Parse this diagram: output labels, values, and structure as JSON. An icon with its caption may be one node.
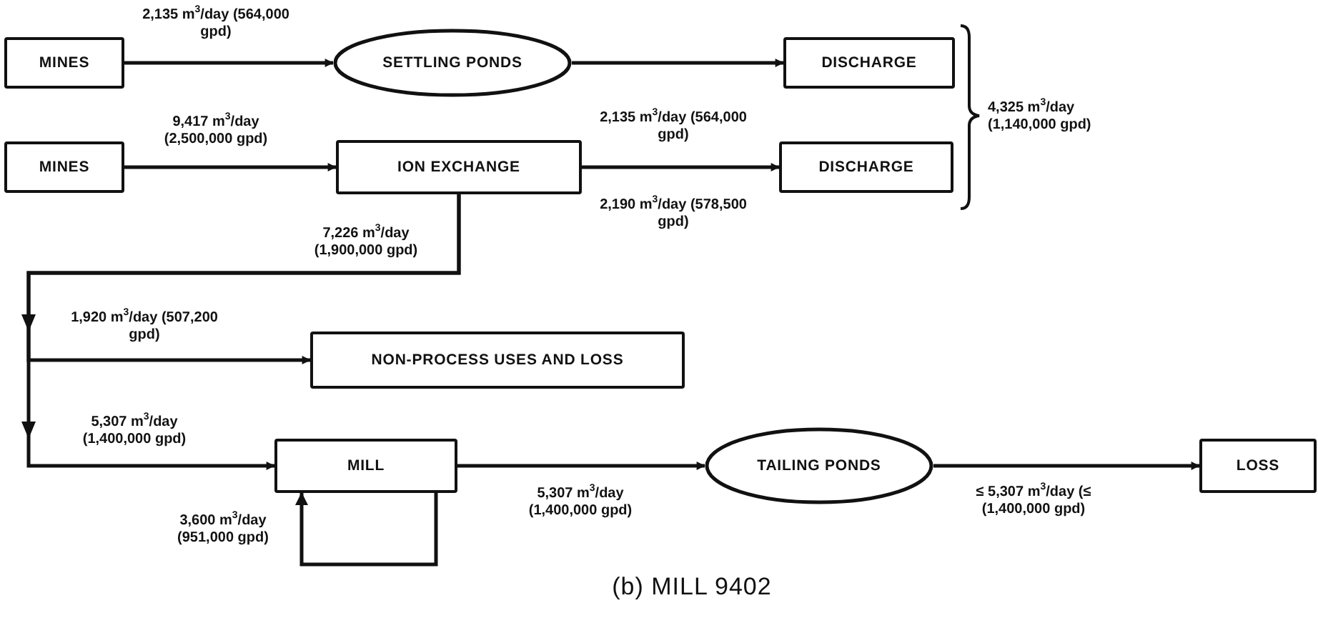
{
  "diagram": {
    "caption": "(b) MILL 9402",
    "nodes": [
      {
        "text": [
          "MINES"
        ]
      },
      {
        "text": [
          "SETTLING PONDS"
        ]
      },
      {
        "text": [
          "DISCHARGE"
        ]
      },
      {
        "text": [
          "MINES"
        ]
      },
      {
        "text": [
          "ION EXCHANGE"
        ]
      },
      {
        "text": [
          "DISCHARGE"
        ]
      },
      {
        "text": [
          "NON-PROCESS USES AND LOSS"
        ]
      },
      {
        "text": [
          "MILL"
        ]
      },
      {
        "text": [
          "TAILING PONDS"
        ]
      },
      {
        "text": [
          "LOSS"
        ]
      }
    ],
    "edges": [
      {
        "from": 0,
        "to": 1,
        "arrow": "to",
        "label": "2,135 m$^{3}$/day (564,000 gpd)"
      },
      {
        "from": 1,
        "to": 2,
        "arrow": "to",
        "label": "2,135 m$^{3}$/day (564,000 gpd)"
      },
      {
        "from": 3,
        "to": 4,
        "arrow": "to",
        "label": "9,417 m$^{3}$/day (2,500,000 gpd)"
      },
      {
        "from": 4,
        "to": 5,
        "arrow": "to",
        "label": "2,190 m$^{3}$/day (578,500 gpd)"
      },
      {
        "from": 4,
        "to": 6,
        "arrow": "to",
        "label": "1,920 m$^{3}$/day (507,200 gpd)"
      },
      {
        "from": 4,
        "to": 7,
        "arrow": "to",
        "label": "5,307 m$^{3}$/day (1,400,000 gpd)"
      },
      {
        "from": 7,
        "to": 8,
        "arrow": "to",
        "label": "5,307 m$^{3}$/day (1,400,000 gpd)"
      },
      {
        "from": 7,
        "to": 7,
        "arrow": "to",
        "label": "3,600 m$^{3}$/day (951,000 gpd)"
      },
      {
        "from": 8,
        "to": 9,
        "arrow": "to",
        "label": "≤ 5,307 m$^{3}$/day (≤ (1,400,000 gpd)"
      }
    ],
    "labels": [
      "7,226 m$^{3}$/day (1,900,000 gpd)",
      "4,325 m$^{3}$/day (1,140,000 gpd)"
    ]
  }
}
